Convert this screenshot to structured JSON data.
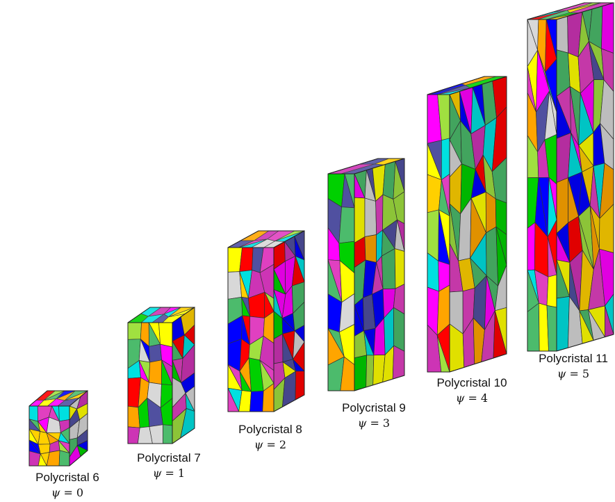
{
  "palette": [
    "#ff00ff",
    "#00d000",
    "#00e0e0",
    "#ffff00",
    "#ff0000",
    "#0000ff",
    "#ffa500",
    "#4cbb6c",
    "#cd34b5",
    "#d8d8d8",
    "#5050a0",
    "#a0e040",
    "#e040c0",
    "#ffd000"
  ],
  "outline_color": "#333333",
  "specimens": [
    {
      "name": "Polycristal 6",
      "symbol": "ψ",
      "equals": "=",
      "value": "0",
      "psi": 0
    },
    {
      "name": "Polycristal 7",
      "symbol": "ψ",
      "equals": "=",
      "value": "1",
      "psi": 1
    },
    {
      "name": "Polycristal 8",
      "symbol": "ψ",
      "equals": "=",
      "value": "2",
      "psi": 2
    },
    {
      "name": "Polycristal 9",
      "symbol": "ψ",
      "equals": "=",
      "value": "3",
      "psi": 3
    },
    {
      "name": "Polycristal 10",
      "symbol": "ψ",
      "equals": "=",
      "value": "4",
      "psi": 4
    },
    {
      "name": "Polycristal 11",
      "symbol": "ψ",
      "equals": "=",
      "value": "5",
      "psi": 5
    }
  ]
}
